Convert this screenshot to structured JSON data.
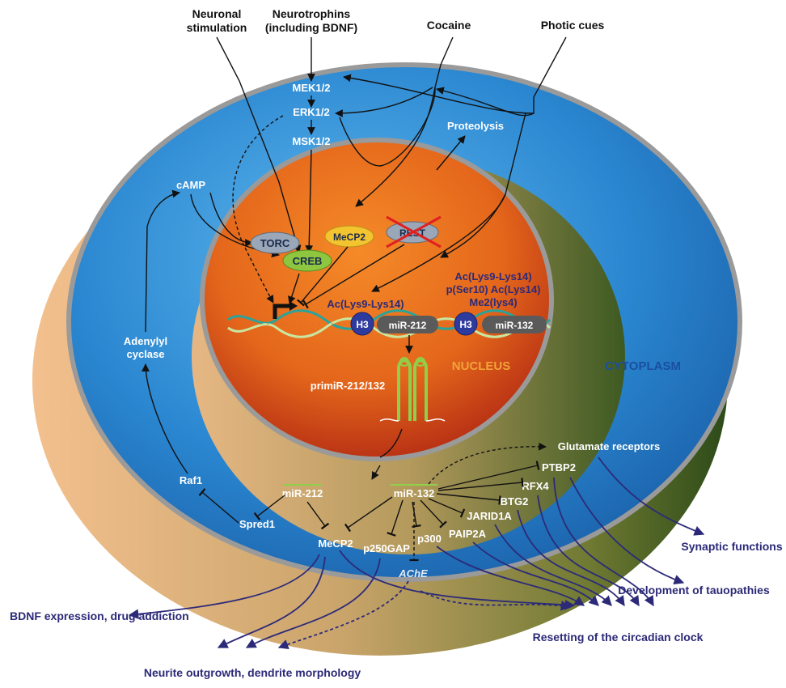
{
  "inputs": {
    "neuronal": [
      "Neuronal",
      "stimulation"
    ],
    "neurotrophins": [
      "Neurotrophins",
      "(including BDNF)"
    ],
    "cocaine": "Cocaine",
    "photic": "Photic cues"
  },
  "cascade": {
    "mek": "MEK1/2",
    "erk": "ERK1/2",
    "msk": "MSK1/2",
    "proteolysis": "Proteolysis",
    "camp": "cAMP",
    "adenylyl": [
      "Adenylyl",
      "cyclase"
    ],
    "raf1": "Raf1",
    "spred1": "Spred1"
  },
  "nucleus": {
    "torc": "TORC",
    "creb": "CREB",
    "mecp2": "MeCP2",
    "rest": "REST",
    "mark_left": "Ac(Lys9-Lys14)",
    "mark_right": [
      "Ac(Lys9-Lys14)",
      "p(Ser10) Ac(Lys14)",
      "Me2(lys4)"
    ],
    "h3": "H3",
    "gene_212": "miR-212",
    "gene_132": "miR-132",
    "label": "NUCLEUS",
    "primir": "primiR-212/132"
  },
  "cytoplasm": {
    "label": "CYTOPLASM",
    "mir212": "miR-212",
    "mir132": "miR-132",
    "targets": {
      "mecp2": "MeCP2",
      "p250gap": "p250GAP",
      "p300": "p300",
      "ache": "AChE",
      "paip2a": "PAIP2A",
      "jarid1a": "JARID1A",
      "btg2": "BTG2",
      "rfx4": "RFX4",
      "ptbp2": "PTBP2",
      "glutamate": "Glutamate receptors"
    }
  },
  "outcomes": {
    "bdnf": "BDNF expression, drug addiction",
    "neurite": "Neurite outgrowth, dendrite morphology",
    "circadian": "Resetting of the circadian clock",
    "synaptic": "Synaptic functions",
    "tauopathies": "Development of tauopathies"
  },
  "colors": {
    "cytoplasm_blue": "#2f8ed6",
    "nucleus_orange": "#f07a1a",
    "text_navy": "#2c2a78",
    "membrane_gray": "#9a9a9a"
  }
}
